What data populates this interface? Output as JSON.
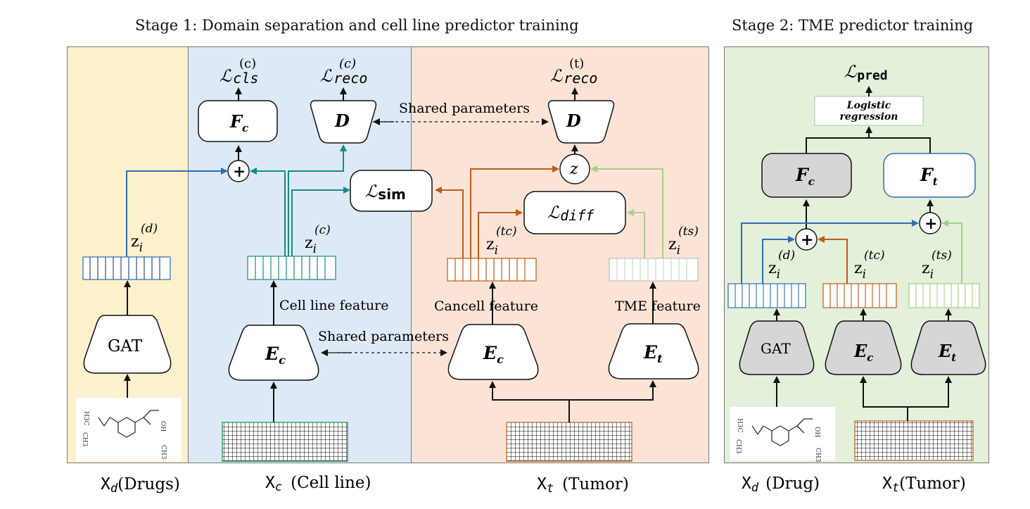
{
  "stage1": {
    "title": "Stage 1: Domain separation and cell line predictor training"
  },
  "stage2": {
    "title": "Stage 2: TME predictor training"
  },
  "losses": {
    "cls": {
      "sup": "(c)",
      "sub": "cls"
    },
    "reco_c": {
      "sup": "(c)",
      "sub": "reco"
    },
    "reco_t": {
      "sup": "(t)",
      "sub": "reco"
    },
    "sim": "sim",
    "diff": "diff",
    "pred": "pred",
    "symbol": "ℒ"
  },
  "modules": {
    "fc": "F",
    "fc_sub": "c",
    "ft": "F",
    "ft_sub": "t",
    "d": "D",
    "ec": "E",
    "ec_sub": "c",
    "et": "E",
    "et_sub": "t",
    "gat": "GAT",
    "z": "z",
    "plus": "+",
    "logistic": "Logistic regression"
  },
  "annotations": {
    "shared_params_top": "Shared parameters",
    "shared_params_bottom": "Shared parameters",
    "cell_line_feature": "Cell line feature",
    "cancell_feature": "Cancell feature",
    "tme_feature": "TME feature"
  },
  "latents": {
    "zd": {
      "base": "z",
      "sub": "i",
      "sup": "(d)"
    },
    "zc": {
      "base": "z",
      "sub": "i",
      "sup": "(c)"
    },
    "ztc": {
      "base": "z",
      "sub": "i",
      "sup": "(tc)"
    },
    "zts": {
      "base": "z",
      "sub": "i",
      "sup": "(ts)"
    }
  },
  "inputs": {
    "xd_drugs": {
      "base": "X",
      "sub": "d",
      "text": "(Drugs)"
    },
    "xc": {
      "base": "X",
      "sub": "c",
      "text": "(Cell line)"
    },
    "xt": {
      "base": "X",
      "sub": "t",
      "text": "(Tumor)"
    },
    "xd_drug": {
      "base": "X",
      "sub": "d",
      "text": "(Drug)"
    },
    "xt2": {
      "base": "X",
      "sub": "t",
      "text": "(Tumor)"
    }
  },
  "molecule": {
    "labels": [
      "H3C",
      "CH3",
      "OH",
      "CH3"
    ]
  },
  "colors": {
    "drug_bg": "#fdf0cc",
    "cell_bg": "#dde9f6",
    "tumor_bg": "#fbe4d6",
    "stage2_bg": "#e3f0da",
    "blue_arrow": "#2f6db5",
    "teal_arrow": "#1a8a86",
    "orange_arrow": "#c15a18",
    "green_arrow": "#a6cf8a",
    "grey_module": "#d6d6d6"
  }
}
